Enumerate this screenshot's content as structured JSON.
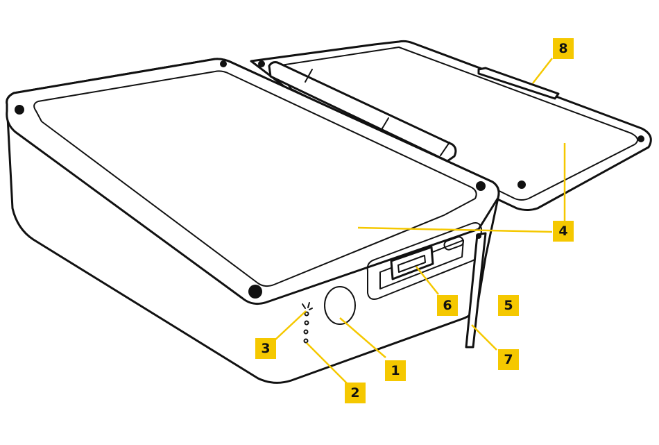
{
  "figure": {
    "accent_color": "#f5c800",
    "line_color": "#111111",
    "callouts": [
      {
        "id": "c1",
        "label": "1"
      },
      {
        "id": "c2",
        "label": "2"
      },
      {
        "id": "c3",
        "label": "3"
      },
      {
        "id": "c4",
        "label": "4"
      },
      {
        "id": "c5",
        "label": "5"
      },
      {
        "id": "c6",
        "label": "6"
      },
      {
        "id": "c7",
        "label": "7"
      },
      {
        "id": "c8",
        "label": "8"
      }
    ]
  }
}
